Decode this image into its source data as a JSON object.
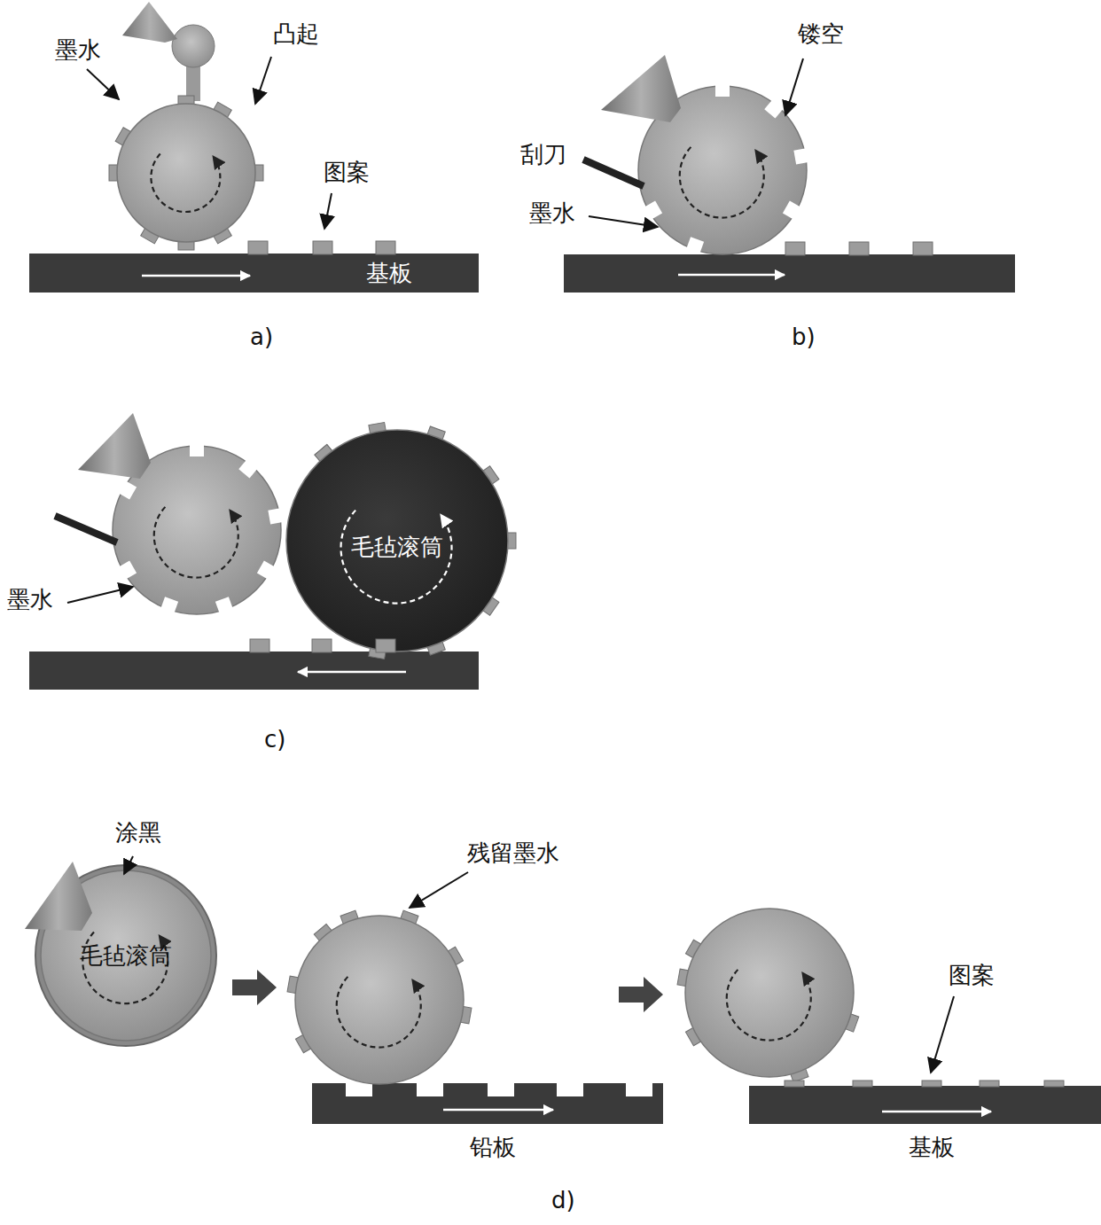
{
  "diagram": {
    "nodes": [
      {
        "text": [
          "基板"
        ]
      },
      {
        "text": [
          "毛毡滚筒"
        ]
      },
      {
        "text": [
          "毛毡滚筒"
        ]
      }
    ],
    "labels": [
      "墨水",
      "凸起",
      "镂空",
      "图案",
      "刮刀",
      "墨水",
      "a)",
      "b)",
      "墨水",
      "c)",
      "涂黑",
      "残留墨水",
      "图案",
      "铅板",
      "基板",
      "d)"
    ]
  }
}
